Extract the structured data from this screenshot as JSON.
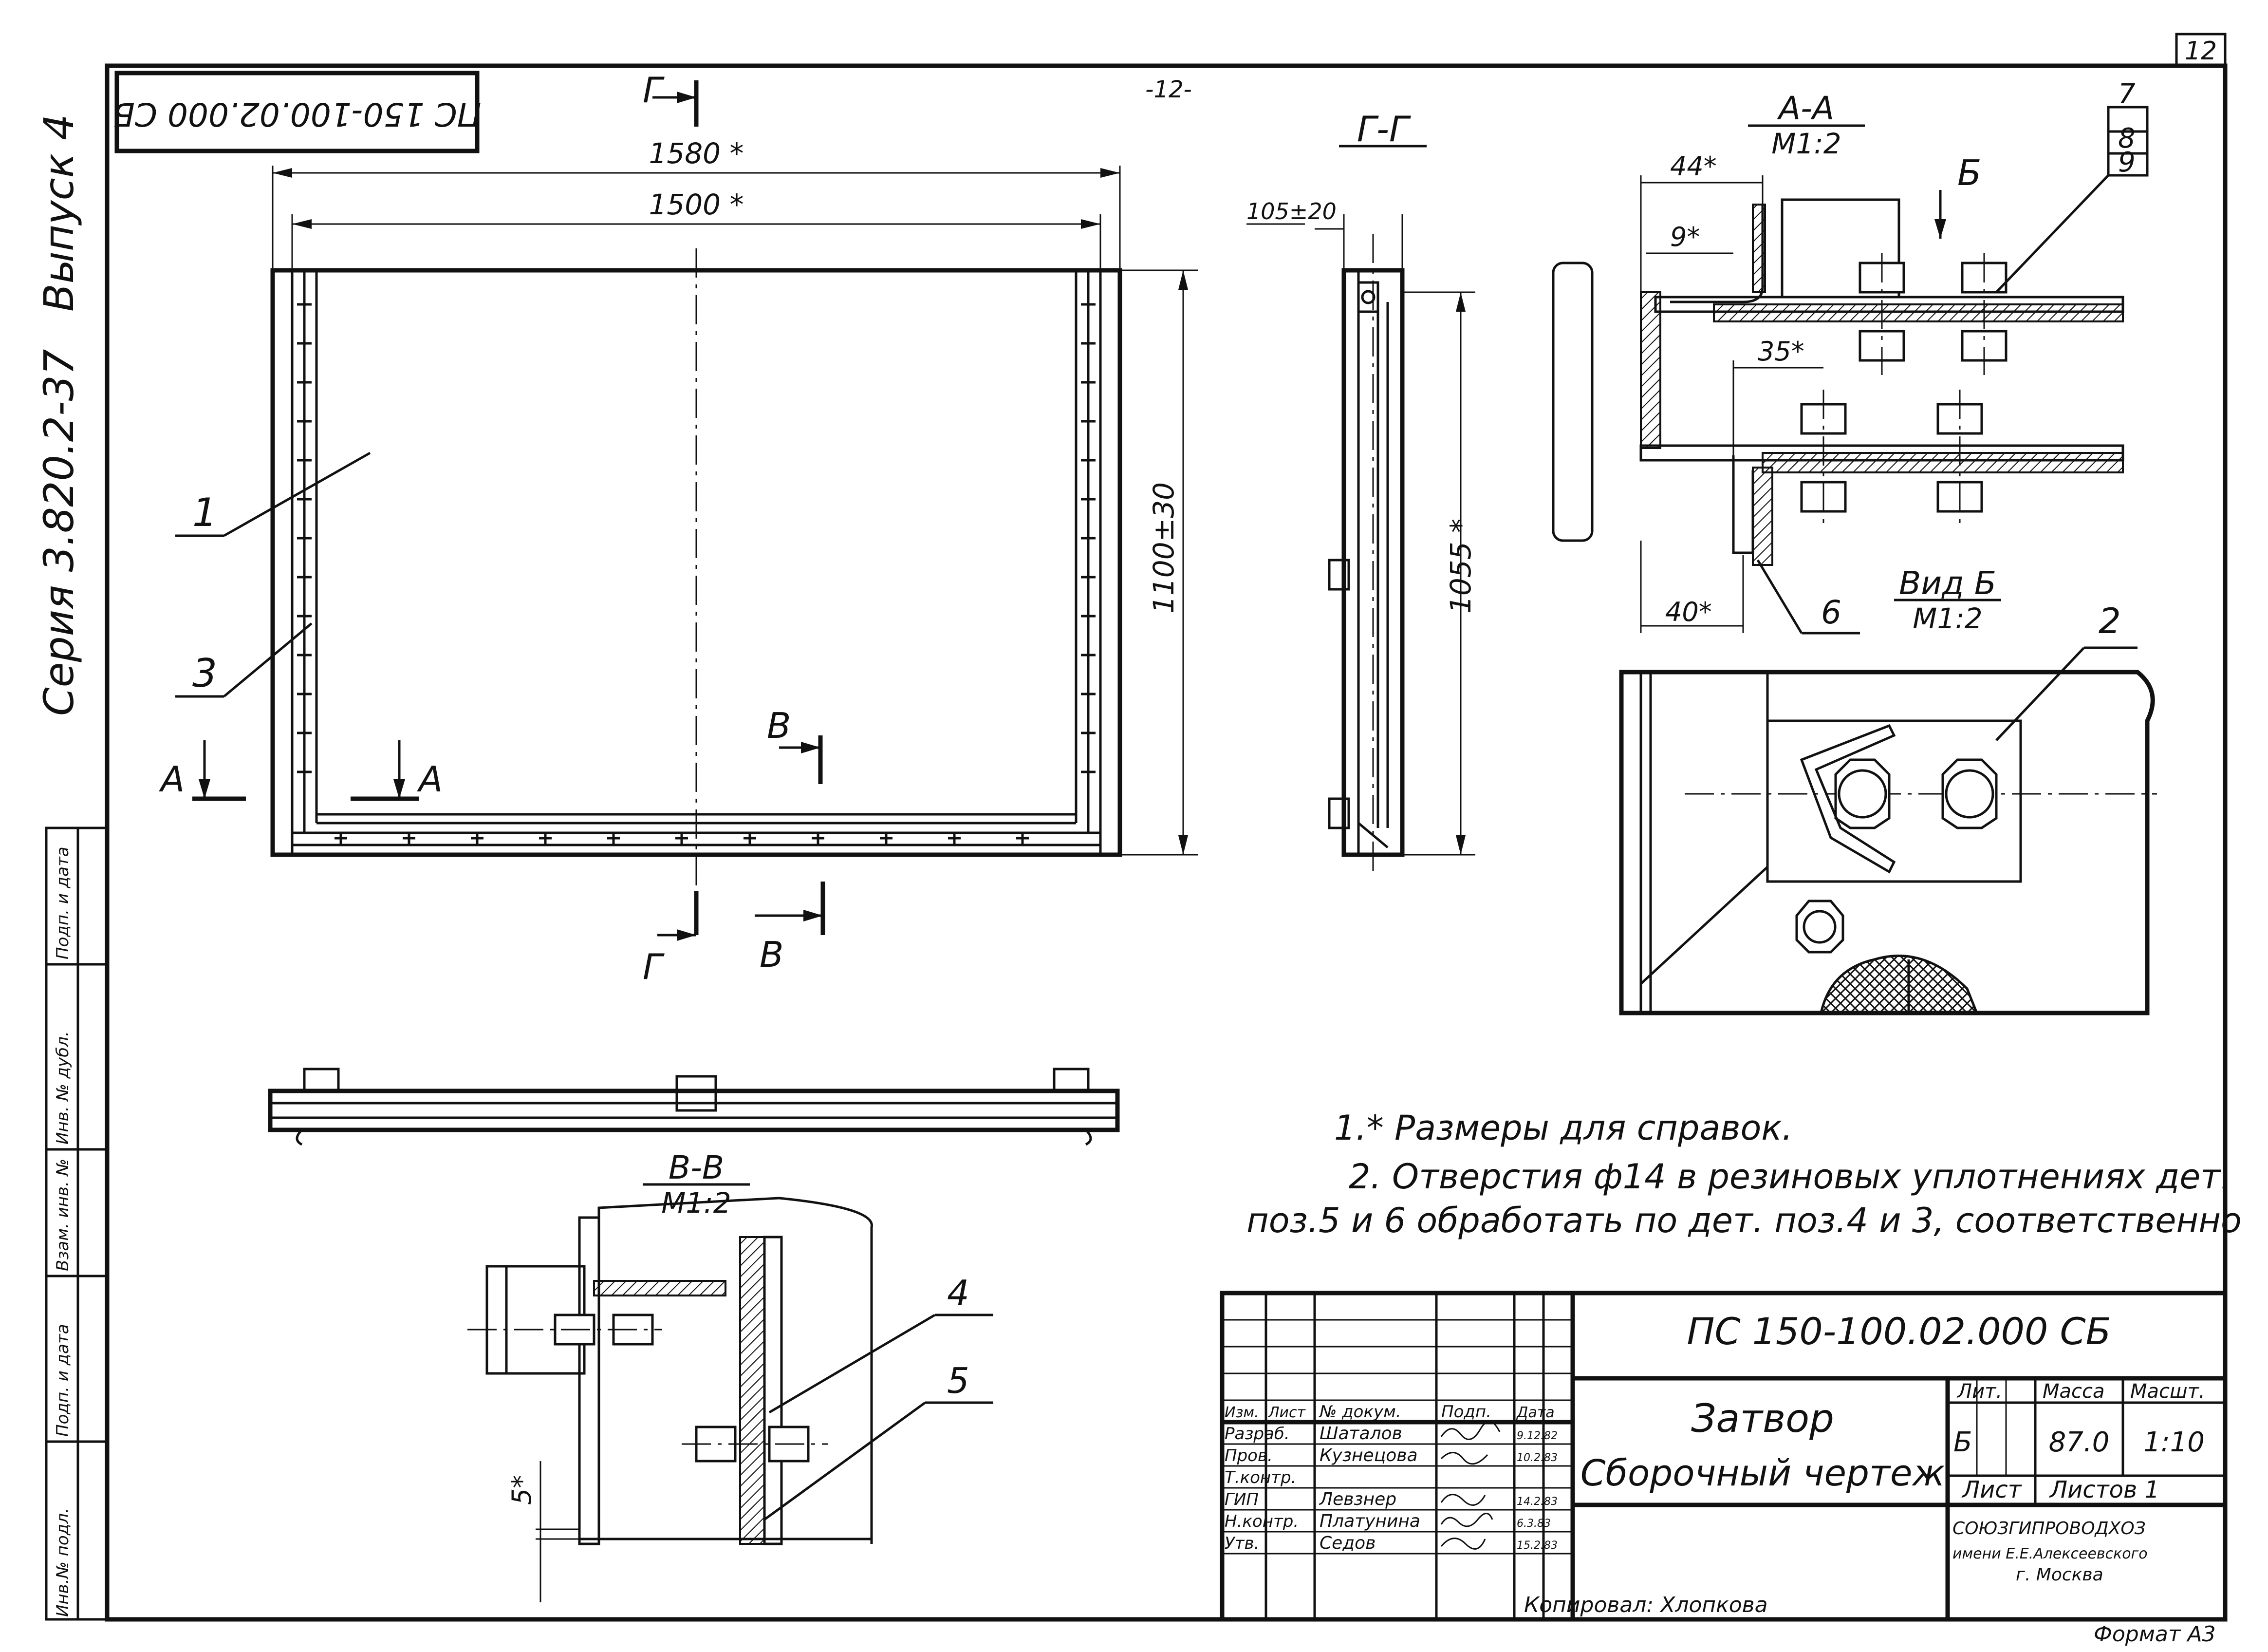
{
  "page": {
    "number_top": "-12-",
    "sheet_corner": "12",
    "side_series": "Серия 3.820.2-37",
    "side_issue": "Выпуск 4",
    "rotated_code": "ПС 150-100.02.000 СБ"
  },
  "side_stamp": [
    "Инв.№ подл.",
    "Подп. и дата",
    "Взам. инв. №",
    "Инв. № дубл.",
    "Подп. и дата"
  ],
  "views": {
    "main": {
      "dim_overall": "1580 *",
      "dim_inner": "1500 *",
      "dim_height": "1100±30",
      "labels": [
        "1",
        "3"
      ],
      "section_marks": [
        "А",
        "А",
        "В",
        "В",
        "Г",
        "Г"
      ]
    },
    "section_gg": {
      "title": "Г-Г",
      "dim_top": "105±20",
      "dim_height": "1055 *"
    },
    "section_aa": {
      "title": "А-А",
      "scale": "М1:2",
      "dim_44": "44*",
      "dim_9": "9*",
      "dim_35": "35*",
      "dim_40": "40*",
      "arrow_label": "Б",
      "labels": [
        "7",
        "8",
        "9",
        "6"
      ]
    },
    "view_b": {
      "title": "Вид Б",
      "scale": "М1:2",
      "label": "2"
    },
    "section_vv": {
      "title": "В-В",
      "scale": "М1:2",
      "dim_5": "5*",
      "labels": [
        "4",
        "5"
      ]
    }
  },
  "notes": [
    "1.* Размеры для справок.",
    "2. Отверстия ф14 в резиновых уплотнениях дет.",
    "поз.5 и 6 обработать по дет. поз.4 и 3, соответственно"
  ],
  "title_block": {
    "doc_code": "ПС 150-100.02.000 СБ",
    "name_line1": "Затвор",
    "name_line2": "Сборочный чертеж",
    "head_lit": "Лит.",
    "head_mass": "Масса",
    "head_scale": "Масшт.",
    "lit": "Б",
    "mass": "87.0",
    "scale": "1:10",
    "sheet": "Лист",
    "sheets": "Листов 1",
    "org_line1": "СОЮЗГИПРОВОДХОЗ",
    "org_line2": "имени Е.Е.Алексеевского",
    "org_line3": "г. Москва",
    "col_headers": [
      "Изм.",
      "Лист",
      "№ докум.",
      "Подп.",
      "Дата"
    ],
    "rows": [
      {
        "role": "Разраб.",
        "name": "Шаталов",
        "date": "9.12.82"
      },
      {
        "role": "Пров.",
        "name": "Кузнецова",
        "date": "10.2.83"
      },
      {
        "role": "Т.контр.",
        "name": "",
        "date": ""
      },
      {
        "role": "ГИП",
        "name": "Левзнер",
        "date": "14.2.83"
      },
      {
        "role": "Н.контр.",
        "name": "Платунина",
        "date": "6.3.83"
      },
      {
        "role": "Утв.",
        "name": "Седов",
        "date": "15.2.83"
      }
    ],
    "copied": "Копировал: Хлопкова",
    "format": "Формат А3"
  }
}
